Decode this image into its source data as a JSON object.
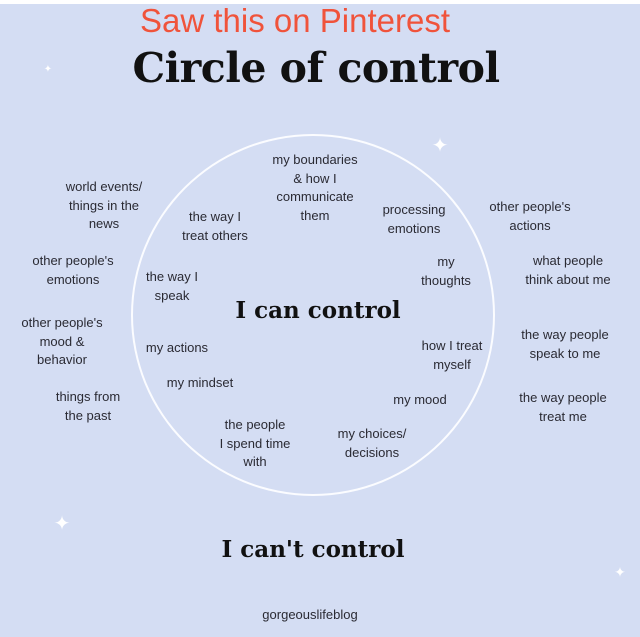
{
  "banner": "Saw this on Pinterest",
  "title": "Circle of control",
  "inside_label": "I can control",
  "outside_label": "I can't control",
  "credit": "gorgeouslifeblog",
  "inside_items": [
    "my boundaries\n& how I\ncommunicate\nthem",
    "processing\nemotions",
    "the way I\ntreat others",
    "my\nthoughts",
    "the way I\nspeak",
    "my actions",
    "how I treat\nmyself",
    "my mindset",
    "my mood",
    "the people\nI spend time\nwith",
    "my choices/\ndecisions"
  ],
  "outside_items": [
    "world events/\nthings in the\nnews",
    "other people's\nactions",
    "other people's\nemotions",
    "what people\nthink about me",
    "other people's\nmood &\nbehavior",
    "the way people\nspeak to me",
    "things from\nthe past",
    "the way people\ntreat me"
  ],
  "colors": {
    "background": "#d4ddf3",
    "banner": "#f0533b",
    "circle": "#fbfcff"
  }
}
